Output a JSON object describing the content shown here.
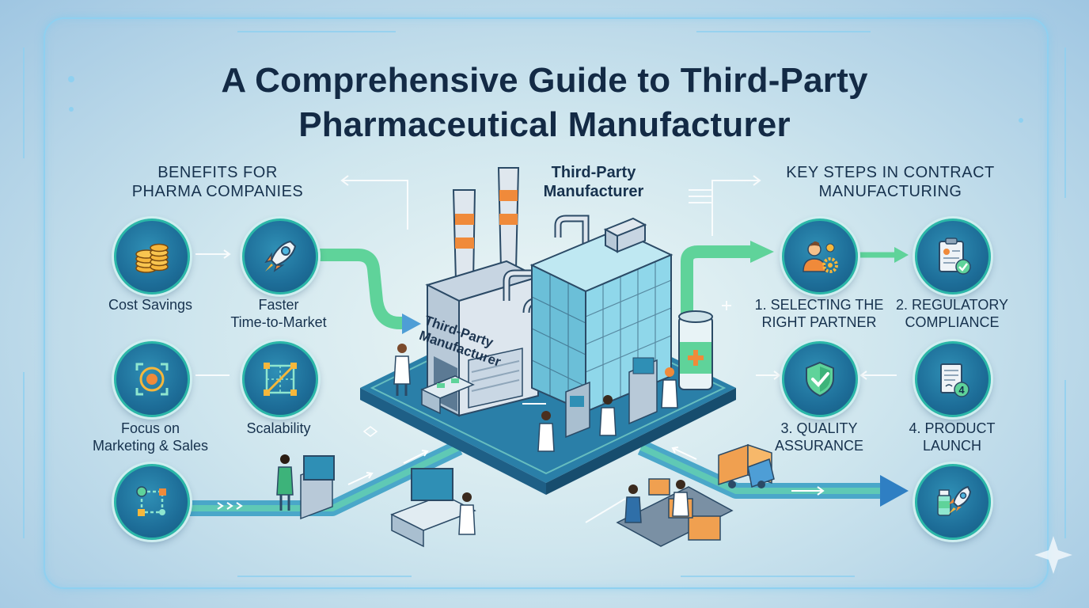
{
  "title": {
    "line1": "A Comprehensive Guide to Third-Party",
    "line2": "Pharmaceutical Manufacturer"
  },
  "benefits": {
    "heading_line1": "BENEFITS FOR",
    "heading_line2": "PHARMA COMPANIES",
    "items": [
      {
        "line1": "Cost Savings",
        "line2": "",
        "icon": "coins-icon"
      },
      {
        "line1": "Faster",
        "line2": "Time-to-Market",
        "icon": "rocket-icon"
      },
      {
        "line1": "Focus on",
        "line2": "Marketing & Sales",
        "icon": "target-icon"
      },
      {
        "line1": "Scalability",
        "line2": "",
        "icon": "scale-grid-icon"
      }
    ],
    "extra_icon": "node-network-icon"
  },
  "center": {
    "heading_line1": "Third-Party",
    "heading_line2": "Manufacturer",
    "sign_line1": "Third-Party",
    "sign_line2": "Manufacturer"
  },
  "steps": {
    "heading_line1": "KEY STEPS IN CONTRACT",
    "heading_line2": "MANUFACTURING",
    "items": [
      {
        "line1": "1. SELECTING THE",
        "line2": "RIGHT PARTNER",
        "icon": "partner-gear-icon"
      },
      {
        "line1": "2. REGULATORY",
        "line2": "COMPLIANCE",
        "icon": "clipboard-check-icon"
      },
      {
        "line1": "3. QUALITY",
        "line2": "ASSURANCE",
        "icon": "shield-check-icon"
      },
      {
        "line1": "4. PRODUCT",
        "line2": "LAUNCH",
        "icon": "document-4-icon"
      }
    ],
    "extra_icon": "bottle-rocket-icon"
  },
  "colors": {
    "navy": "#132a45",
    "teal": "#2bb7a8",
    "circle_blue": "#1d6d98",
    "accent_orange": "#f08a3a",
    "path_green": "#5fd39a"
  }
}
